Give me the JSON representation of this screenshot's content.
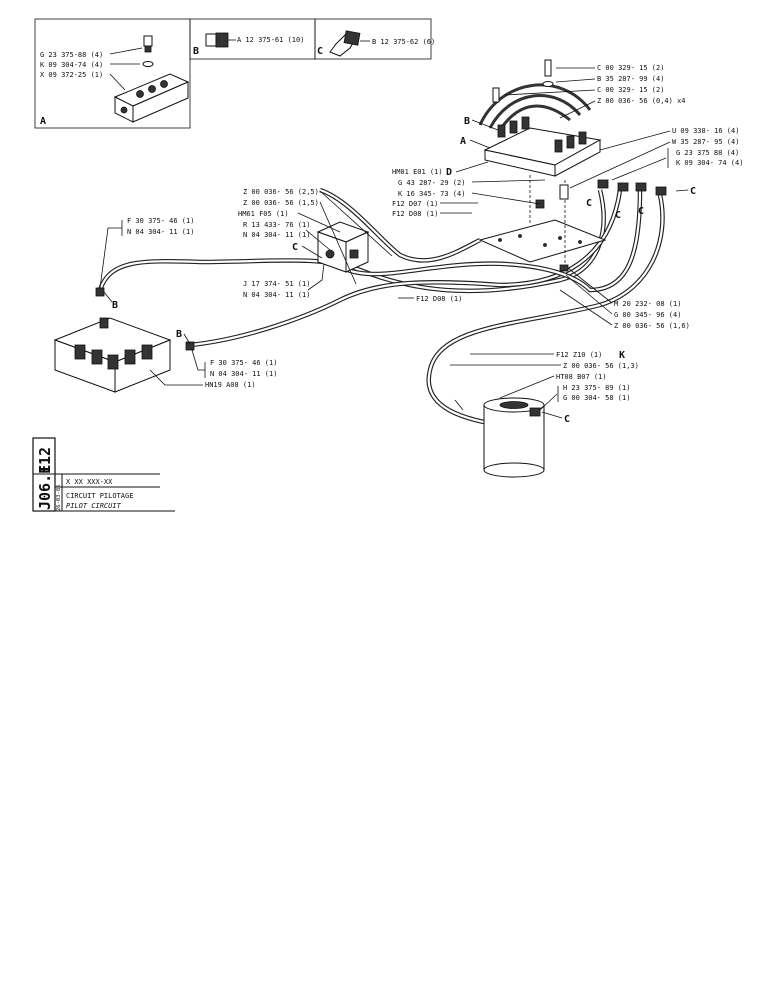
{
  "boxes": {
    "a": {
      "letter": "A",
      "labels": [
        "G 23 375-88 (4)",
        "K 09 304-74 (4)",
        "X 09 372-25 (1)"
      ]
    },
    "b": {
      "letter": "B",
      "label": "A 12 375-61 (10)"
    },
    "c": {
      "letter": "C",
      "label": "B 12 375-62 (6)"
    }
  },
  "letters": {
    "b_top": "B",
    "a_top": "A",
    "b_left": "B",
    "b_valve": "B",
    "c_left": "C",
    "c1": "C",
    "c2": "C",
    "c3": "C",
    "c4": "C",
    "c_cyl": "C"
  },
  "labels_top_right": {
    "l1": "C 00 329- 15 (2)",
    "l2": "B 35 287- 99 (4)",
    "l3": "C 00 329- 15 (2)",
    "l4": "Z 00 036- 56 (0,4) x4",
    "l5": "U 09 338- 16 (4)",
    "l6": "W 35 287- 95 (4)",
    "l7": "G 23 375 88 (4)",
    "l8": "K 09 304- 74 (4)"
  },
  "labels_mid": {
    "hm01": "HM01 E01 (1)",
    "d": "D",
    "g43": "G 43 287- 29 (2)",
    "k16": "K 16 345- 73 (4)",
    "f12d07": "F12 D07 (1)",
    "f12d08": "F12 D08 (1)"
  },
  "labels_center": {
    "z1": "Z 00 036- 56 (2,5)",
    "z2": "Z 00 036- 56 (1,5)",
    "hm61": "HM61 F05 (1)",
    "r13": "R 13 433- 76 (1)",
    "n04a": "N 04 304- 11 (1)",
    "j17": "J 17 374- 51 (1)",
    "n04b": "N 04 304- 11 (1)",
    "f12d08b": "F12 D08 (1)"
  },
  "labels_left": {
    "f30a": "F 30 375- 46 (1)",
    "n04c": "N 04 304- 11 (1)",
    "f30b": "F 30 375- 46 (1)",
    "n04d": "N 04 304- 11 (1)",
    "hn19": "HN19 A08 (1)"
  },
  "labels_right": {
    "m20": "M 20 232- 08 (1)",
    "g00": "G 00 345- 96 (4)",
    "z00": "Z 00 036- 56 (1,6)"
  },
  "labels_cyl": {
    "f12z10": "F12  Z10 (1)",
    "k": "K",
    "z00": "Z 00 036- 56 (1,3)",
    "ht08": "HT08 B07 (1)",
    "h23": "H 23 375- 89 (1)",
    "g00": "G 00 304- 58 (1)"
  },
  "title_block": {
    "code1": "F12",
    "code2": "J06.1",
    "date": "26-03-85",
    "ref": "X  XX  XXX-XX",
    "title_fr": "CIRCUIT PILOTAGE",
    "title_en": "PILOT CIRCUIT"
  }
}
